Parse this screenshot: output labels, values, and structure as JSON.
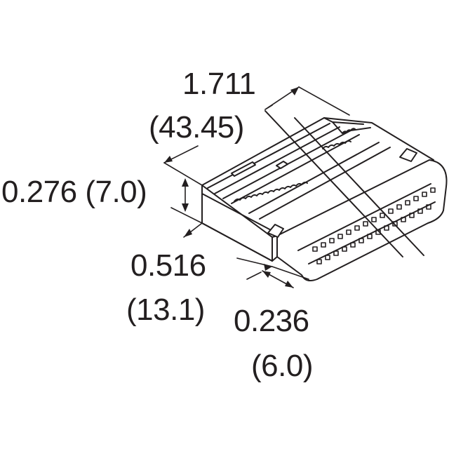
{
  "drawing": {
    "line_color": "#231f20",
    "background": "#ffffff"
  },
  "dimensions": {
    "length_in": "1.711",
    "length_mm": "(43.45)",
    "height": "0.276 (7.0)",
    "width_in": "0.516",
    "width_mm": "(13.1)",
    "lip_in": "0.236",
    "lip_mm": "(6.0)"
  }
}
